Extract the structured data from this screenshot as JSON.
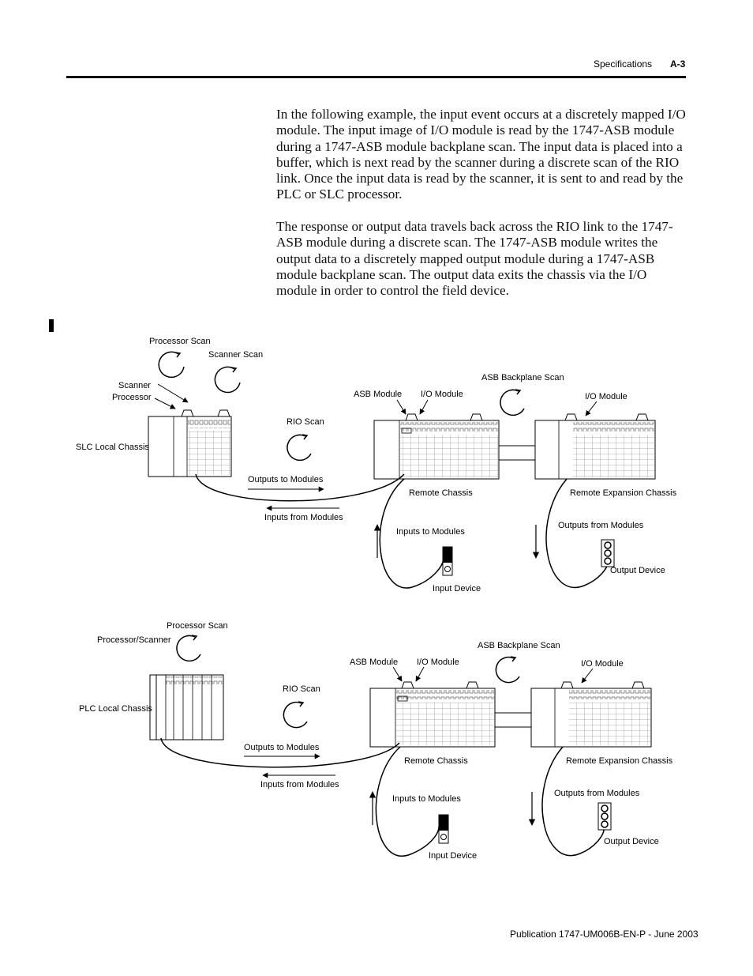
{
  "header": {
    "section": "Specifications",
    "page": "A-3"
  },
  "body": {
    "paragraph1": "In the following example, the input event occurs at a discretely mapped I/O module.  The input image of I/O module is read by the 1747-ASB module during a 1747-ASB module backplane scan.  The input data is placed into a buffer, which is next read by the scanner during a discrete scan of the RIO link.  Once the input data is read by the scanner, it is sent to and read by the PLC or SLC processor.",
    "paragraph2": "The response or output data travels back across the RIO link to the 1747-ASB module during a discrete scan.  The 1747-ASB module writes the output data to a discretely mapped output module during a 1747-ASB module backplane scan.  The output data exits the chassis via the I/O module in order to control the field device."
  },
  "diagram1": {
    "processor_scan": "Processor Scan",
    "scanner_scan": "Scanner Scan",
    "scanner": "Scanner",
    "processor": "Processor",
    "local_chassis": "SLC Local Chassis",
    "rio_scan": "RIO Scan",
    "asb_backplane_scan": "ASB Backplane Scan",
    "asb_module": "ASB Module",
    "io_module_a": "I/O Module",
    "io_module_b": "I/O Module",
    "outputs_to_modules": "Outputs to Modules",
    "inputs_from_modules": "Inputs from Modules",
    "remote_chassis": "Remote Chassis",
    "remote_expansion_chassis": "Remote Expansion Chassis",
    "inputs_to_modules": "Inputs to Modules",
    "outputs_from_modules": "Outputs from Modules",
    "input_device": "Input Device",
    "output_device": "Output Device"
  },
  "diagram2": {
    "processor_scan": "Processor Scan",
    "processor_scanner": "Processor/Scanner",
    "local_chassis": "PLC Local Chassis",
    "rio_scan": "RIO Scan",
    "asb_backplane_scan": "ASB Backplane Scan",
    "asb_module": "ASB Module",
    "io_module_a": "I/O Module",
    "io_module_b": "I/O Module",
    "outputs_to_modules": "Outputs to Modules",
    "inputs_from_modules": "Inputs from Modules",
    "remote_chassis": "Remote Chassis",
    "remote_expansion_chassis": "Remote Expansion Chassis",
    "inputs_to_modules": "Inputs to Modules",
    "outputs_from_modules": "Outputs from Modules",
    "input_device": "Input Device",
    "output_device": "Output Device"
  },
  "footer": {
    "publication": "Publication 1747-UM006B-EN-P - June 2003"
  }
}
